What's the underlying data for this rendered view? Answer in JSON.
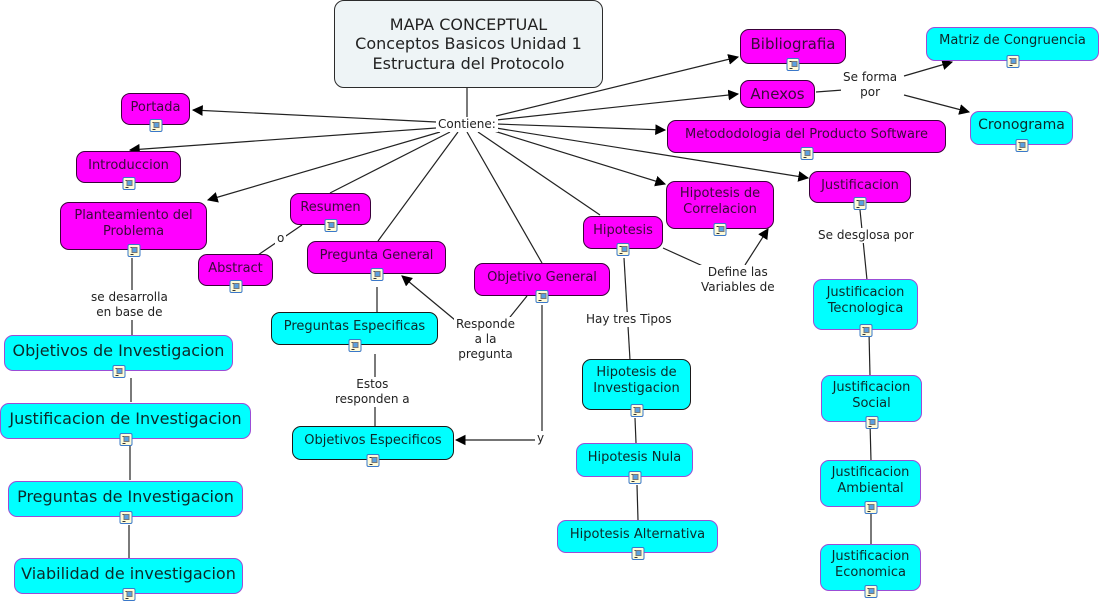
{
  "root": {
    "label": "MAPA CONCEPTUAL\nConceptos Basicos Unidad 1\nEstructura del Protocolo"
  },
  "nodes": {
    "portada": "Portada",
    "introduccion": "Introduccion",
    "planteamiento": "Planteamiento del\nProblema",
    "resumen": "Resumen",
    "abstract": "Abstract",
    "pregunta_general": "Pregunta General",
    "objetivo_general": "Objetivo General",
    "hipotesis": "Hipotesis",
    "hipotesis_correlacion": "Hipotesis de\nCorrelacion",
    "justificacion": "Justificacion",
    "metodologia": "Metododologia del Producto Software",
    "anexos": "Anexos",
    "bibliografia": "Bibliografia",
    "matriz": "Matriz de Congruencia",
    "cronograma": "Cronograma",
    "objetivos_investigacion": "Objetivos de Investigacion",
    "justificacion_investigacion": "Justificacion de Investigacion",
    "preguntas_investigacion": "Preguntas de Investigacion",
    "viabilidad": "Viabilidad de investigacion",
    "preguntas_especificas": "Preguntas Especificas",
    "objetivos_especificos": "Objetivos Especificos",
    "hipotesis_investigacion": "Hipotesis de\nInvestigacion",
    "hipotesis_nula": "Hipotesis Nula",
    "hipotesis_alternativa": "Hipotesis Alternativa",
    "just_tecnologica": "Justificacion\nTecnologica",
    "just_social": "Justificacion\nSocial",
    "just_ambiental": "Justificacion\nAmbiental",
    "just_economica": "Justificacion\nEconomica"
  },
  "link_labels": {
    "contiene": "Contiene:",
    "se_forma_por": "Se forma\npor",
    "o": "o",
    "se_desarrolla": "se desarrolla\nen base de",
    "responde": "Responde\na la\npregunta",
    "estos_responden": "Estos\nresponden a",
    "y": "y",
    "hay_tres_tipos": "Hay tres Tipos",
    "define_variables": "Define las\nVariables de",
    "se_desglosa": "Se desglosa por"
  },
  "icons": {
    "resource": "document-image-icon"
  },
  "colors": {
    "concept_primary": "#ff00ff",
    "concept_secondary": "#00ffff",
    "root_fill": "#eef4f6"
  }
}
